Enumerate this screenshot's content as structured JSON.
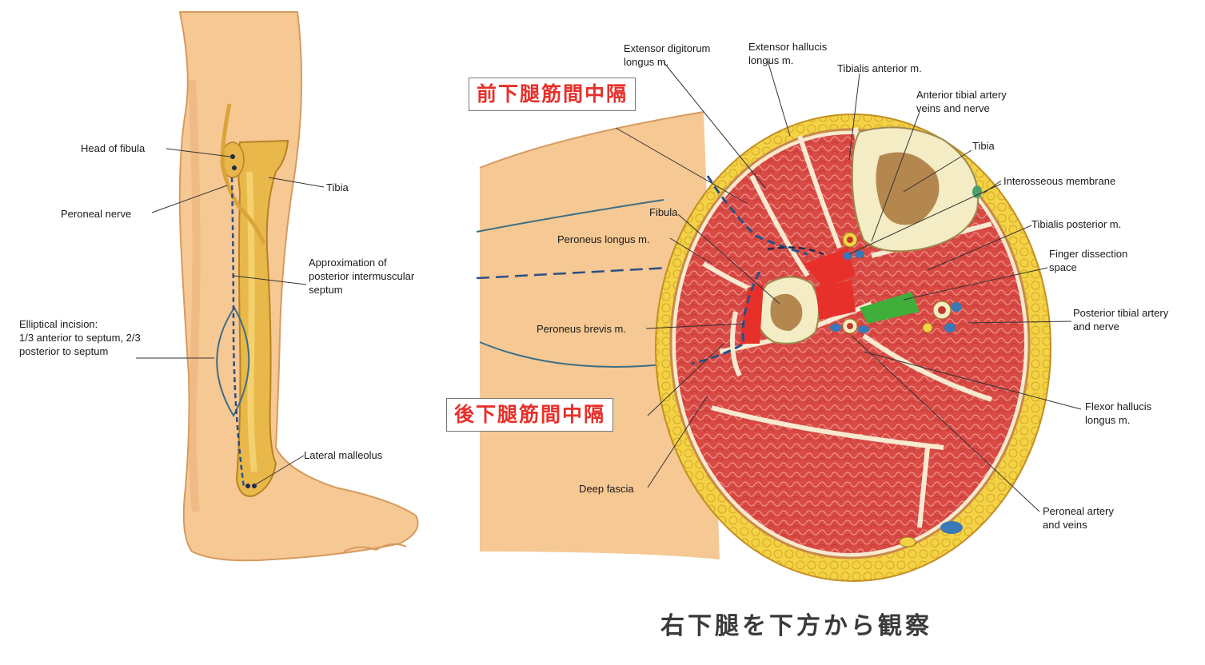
{
  "leg_labels": {
    "head_of_fibula": "Head of fibula",
    "peroneal_nerve": "Peroneal nerve",
    "tibia": "Tibia",
    "approx_septum": "Approximation of\nposterior intermuscular\nseptum",
    "elliptical_incision": "Elliptical incision:\n1/3 anterior to septum, 2/3\nposterior to septum",
    "lateral_malleolus": "Lateral malleolus"
  },
  "section_labels": {
    "extensor_digitorum": "Extensor digitorum\nlongus m.",
    "extensor_hallucis": "Extensor hallucis\nlongus m.",
    "tibialis_anterior": "Tibialis anterior m.",
    "anterior_tibial_artery": "Anterior tibial artery\nveins and nerve",
    "tibia": "Tibia",
    "interosseous_membrane": "Interosseous membrane",
    "fibula": "Fibula",
    "tibialis_posterior": "Tibialis posterior m.",
    "peroneus_longus": "Peroneus longus m.",
    "finger_dissection": "Finger dissection\nspace",
    "posterior_tibial_artery": "Posterior tibial artery\nand nerve",
    "peroneus_brevis": "Peroneus brevis m.",
    "flexor_hallucis": "Flexor hallucis\nlongus m.",
    "deep_fascia": "Deep fascia",
    "peroneal_artery": "Peroneal artery\nand veins"
  },
  "jp_labels": {
    "anterior_septum": "前下腿筋間中隔",
    "posterior_septum": "後下腿筋間中隔"
  },
  "caption": "右下腿を下方から観察",
  "colors": {
    "skin": "#f6c893",
    "muscle": "#d94a45",
    "fat": "#f3d246",
    "bone": "#f3ecc4",
    "highlight_red": "#e8302a",
    "finger_space_green": "#3fae3a"
  }
}
